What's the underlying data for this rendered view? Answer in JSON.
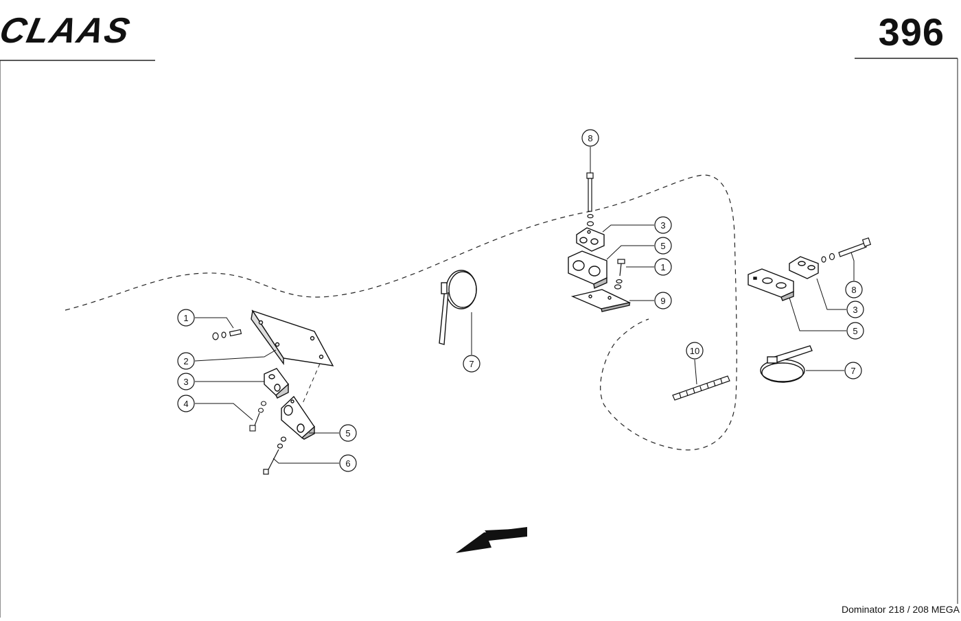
{
  "header": {
    "brand": "CLAAS",
    "page_number": "396"
  },
  "footer": {
    "model": "Dominator 218 / 208 MEGA"
  },
  "callouts": [
    {
      "label": "1"
    },
    {
      "label": "2"
    },
    {
      "label": "3"
    },
    {
      "label": "4"
    },
    {
      "label": "5"
    },
    {
      "label": "6"
    },
    {
      "label": "7"
    },
    {
      "label": "8"
    },
    {
      "label": "3"
    },
    {
      "label": "5"
    },
    {
      "label": "1"
    },
    {
      "label": "9"
    },
    {
      "label": "10"
    },
    {
      "label": "8"
    },
    {
      "label": "3"
    },
    {
      "label": "5"
    },
    {
      "label": "7"
    }
  ],
  "icons": {
    "direction": "travel-direction-arrow-icon"
  }
}
